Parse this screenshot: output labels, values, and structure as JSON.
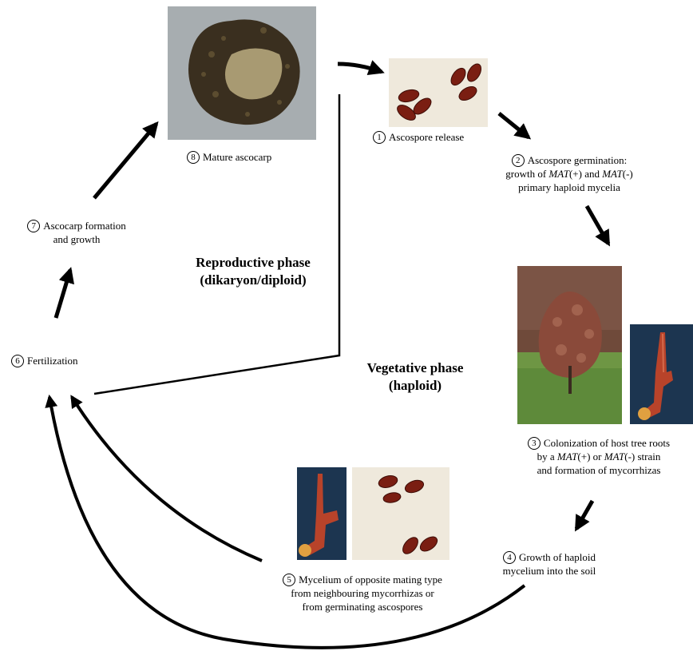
{
  "phases": {
    "reproductive_line1": "Reproductive phase",
    "reproductive_line2": "(dikaryon/diploid)",
    "vegetative_line1": "Vegetative phase",
    "vegetative_line2": "(haploid)"
  },
  "steps": {
    "s1": {
      "num": "1",
      "line1": "Ascospore release"
    },
    "s2": {
      "num": "2",
      "line1": "Ascospore germination:",
      "l2a": "growth of ",
      "mat": "MAT",
      "l2b": "(+) and ",
      "mat2": "MAT",
      "l2c": "(-)",
      "line3": "primary haploid mycelia"
    },
    "s3": {
      "num": "3",
      "line1": "Colonization of host tree roots",
      "l2a": "by a ",
      "mat": "MAT",
      "l2b": "(+)  or ",
      "mat2": "MAT",
      "l2c": "(-) strain",
      "line3": "and formation of mycorrhizas"
    },
    "s4": {
      "num": "4",
      "line1": "Growth of haploid",
      "line2": "mycelium into the soil"
    },
    "s5": {
      "num": "5",
      "line1": "Mycelium of opposite mating type",
      "line2": "from neighbouring mycorrhizas or",
      "line3": "from germinating ascospores"
    },
    "s6": {
      "num": "6",
      "line1": "Fertilization"
    },
    "s7": {
      "num": "7",
      "line1": "Ascocarp formation",
      "line2": "and growth"
    },
    "s8": {
      "num": "8",
      "line1": "Mature ascocarp"
    }
  },
  "colors": {
    "arrow": "#000000",
    "spore": "#7a1e12",
    "hypha": "#b8432a",
    "tree_foliage": "#8a4a3a",
    "grass": "#5e8a3a",
    "dark_photo_bg": "#1c3550"
  }
}
